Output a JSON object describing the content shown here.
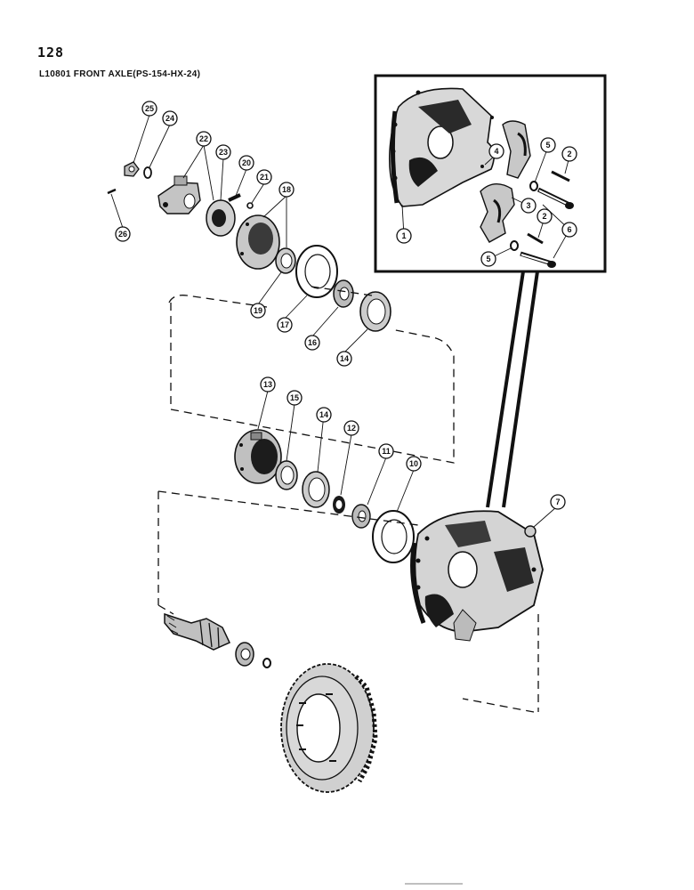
{
  "page_number": "128",
  "title": "L10801 FRONT AXLE(PS-154-HX-24)",
  "callouts": {
    "c25": "25",
    "c24": "24",
    "c22": "22",
    "c23": "23",
    "c20": "20",
    "c21": "21",
    "c18": "18",
    "c26": "26",
    "c19": "19",
    "c17": "17",
    "c16": "16",
    "c14a": "14",
    "c13": "13",
    "c15": "15",
    "c14b": "14",
    "c12": "12",
    "c11": "11",
    "c10": "10",
    "c7": "7",
    "c1": "1",
    "c4": "4",
    "c5a": "5",
    "c2a": "2",
    "c3": "3",
    "c2b": "2",
    "c6": "6",
    "c5b": "5"
  }
}
